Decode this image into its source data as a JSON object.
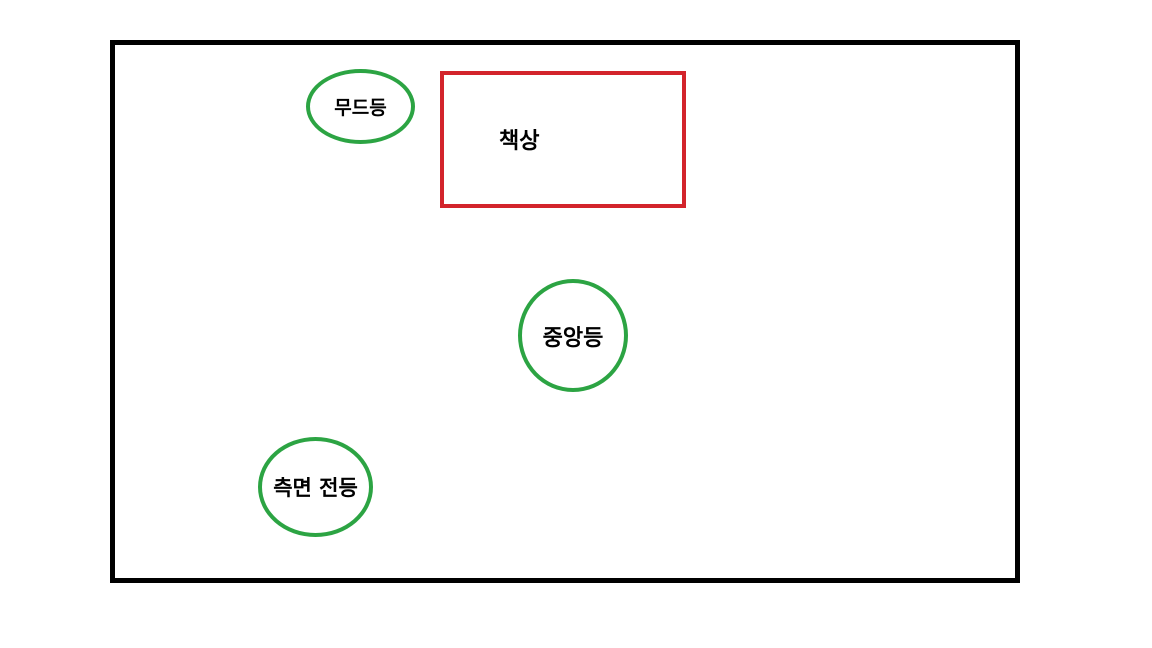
{
  "diagram": {
    "desk_label": "책상",
    "lamps": {
      "mood": "무드등",
      "central": "중앙등",
      "side": "측면 전등"
    }
  },
  "colors": {
    "room_border": "#000000",
    "lamp_outline": "#2ca443",
    "desk_outline": "#d3242b"
  }
}
